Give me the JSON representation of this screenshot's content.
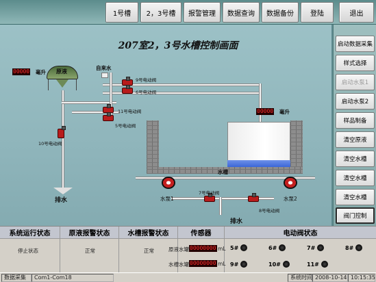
{
  "nav": {
    "tank1": "1号槽",
    "tank23": "2，3号槽",
    "alarm_mgmt": "报警管理",
    "data_query": "数据查询",
    "data_backup": "数据备份",
    "login": "登陆",
    "exit": "退出"
  },
  "screen": {
    "title": "207室2，3号水槽控制画面"
  },
  "side": {
    "start_collect": "启动数据采集",
    "style_select": "样式选择",
    "start_pump1": "启动水泵1",
    "start_pump2": "启动水泵2",
    "sample_prep": "样品制备",
    "empty_raw": "清空原液",
    "empty_tank": "清空水槽",
    "empty_tank2": "清空水槽",
    "empty_tank3": "清空水槽",
    "valve_ctrl": "阀门控制"
  },
  "process": {
    "raw_level_digits": "00000",
    "raw_level_unit": "毫升",
    "raw_tank_label": "原液",
    "tap_water": "自来水",
    "valve9": "9号电动阀",
    "valve6": "6号电动阀",
    "valve11": "11号电动阀",
    "valve5": "5号电动阀",
    "valve10": "10号电动阀",
    "tank_level_digits": "00000",
    "tank_level_unit": "毫升",
    "tank_label": "水槽",
    "pump1": "水泵1",
    "pump2": "水泵2",
    "valve7": "7号电动阀",
    "valve8": "8号电动阀",
    "drain_left": "排水",
    "drain_bottom": "排水"
  },
  "status": {
    "sys_head": "系统运行状态",
    "sys_val": "停止状态",
    "raw_alarm_head": "原液报警状态",
    "raw_alarm_val": "正常",
    "tank_alarm_head": "水槽报警状态",
    "tank_alarm_val": "正常",
    "sensor_head": "传感器",
    "sensor1_label": "原液水罐",
    "sensor1_digits": "00000000",
    "sensor1_unit": "mL",
    "sensor2_label": "水槽水罐",
    "sensor2_digits": "00000000",
    "sensor2_unit": "mL",
    "valve_head": "电动阀状态",
    "v5": "5#",
    "v6": "6#",
    "v7": "7#",
    "v8": "8#",
    "v9": "9#",
    "v10": "10#",
    "v11": "11#"
  },
  "statusbar": {
    "collect_label": "数据采集",
    "port": "Com1-Com18",
    "time_label": "系统时间",
    "date": "2008-10-14",
    "time": "10:15:35"
  },
  "colors": {
    "nav_bg": "#6f9f9f",
    "canvas_bg": "#93b9be",
    "valve_red": "#b81c1c",
    "digit_red": "#ff3030",
    "water_blue": "#3b67d8"
  }
}
